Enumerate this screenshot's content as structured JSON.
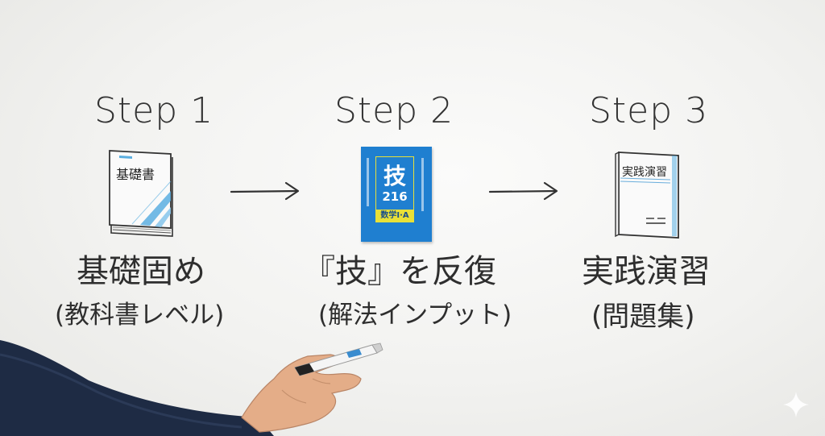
{
  "steps": [
    {
      "title": "Step 1",
      "book_label": "基礎書",
      "caption": "基礎固め",
      "sub_caption": "(教科書レベル)"
    },
    {
      "title": "Step 2",
      "book_kanji": "技",
      "book_number": "216",
      "book_subject": "数学I·A",
      "caption": "『技』を反復",
      "sub_caption": "(解法インプット)"
    },
    {
      "title": "Step 3",
      "book_label": "実践演習",
      "caption": "実践演習",
      "sub_caption": "(問題集)"
    }
  ],
  "colors": {
    "board": "#f4f4f2",
    "ink": "#2e2e2e",
    "textbook_accent": "#5aaee0",
    "waza_cover": "#1f7fd0",
    "waza_accent": "#e8e038",
    "sleeve": "#1e2b44",
    "skin": "#e4ad88"
  },
  "icons": {
    "arrow": "right-arrow-icon",
    "corner_mark": "sparkle-icon"
  }
}
